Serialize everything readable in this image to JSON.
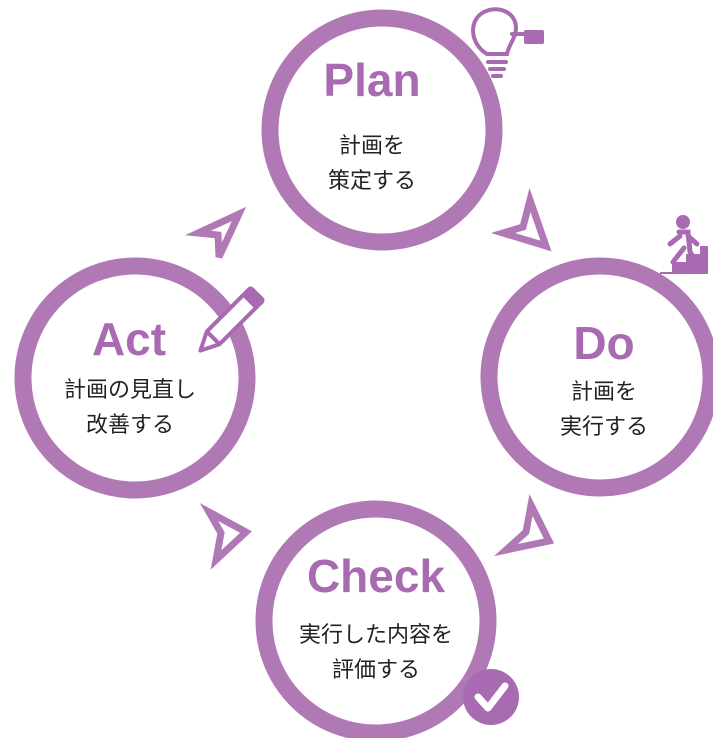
{
  "colors": {
    "ring": "#b079b5",
    "title": "#a86ab0",
    "text": "#222222",
    "badge": "#a86ab0",
    "background": "#ffffff"
  },
  "stages": {
    "plan": {
      "title": "Plan",
      "line1": "計画を",
      "line2": "策定する"
    },
    "do": {
      "title": "Do",
      "line1": "計画を",
      "line2": "実行する"
    },
    "check": {
      "title": "Check",
      "line1": "実行した内容を",
      "line2": "評価する"
    },
    "act": {
      "title": "Act",
      "line1": "計画の見直し",
      "line2": "改善する"
    }
  },
  "icons": {
    "plan": "lightbulb-icon",
    "do": "walking-person-icon",
    "check": "checkmark-badge-icon",
    "act": "pencil-icon",
    "arrows": "arrowhead-icon"
  }
}
